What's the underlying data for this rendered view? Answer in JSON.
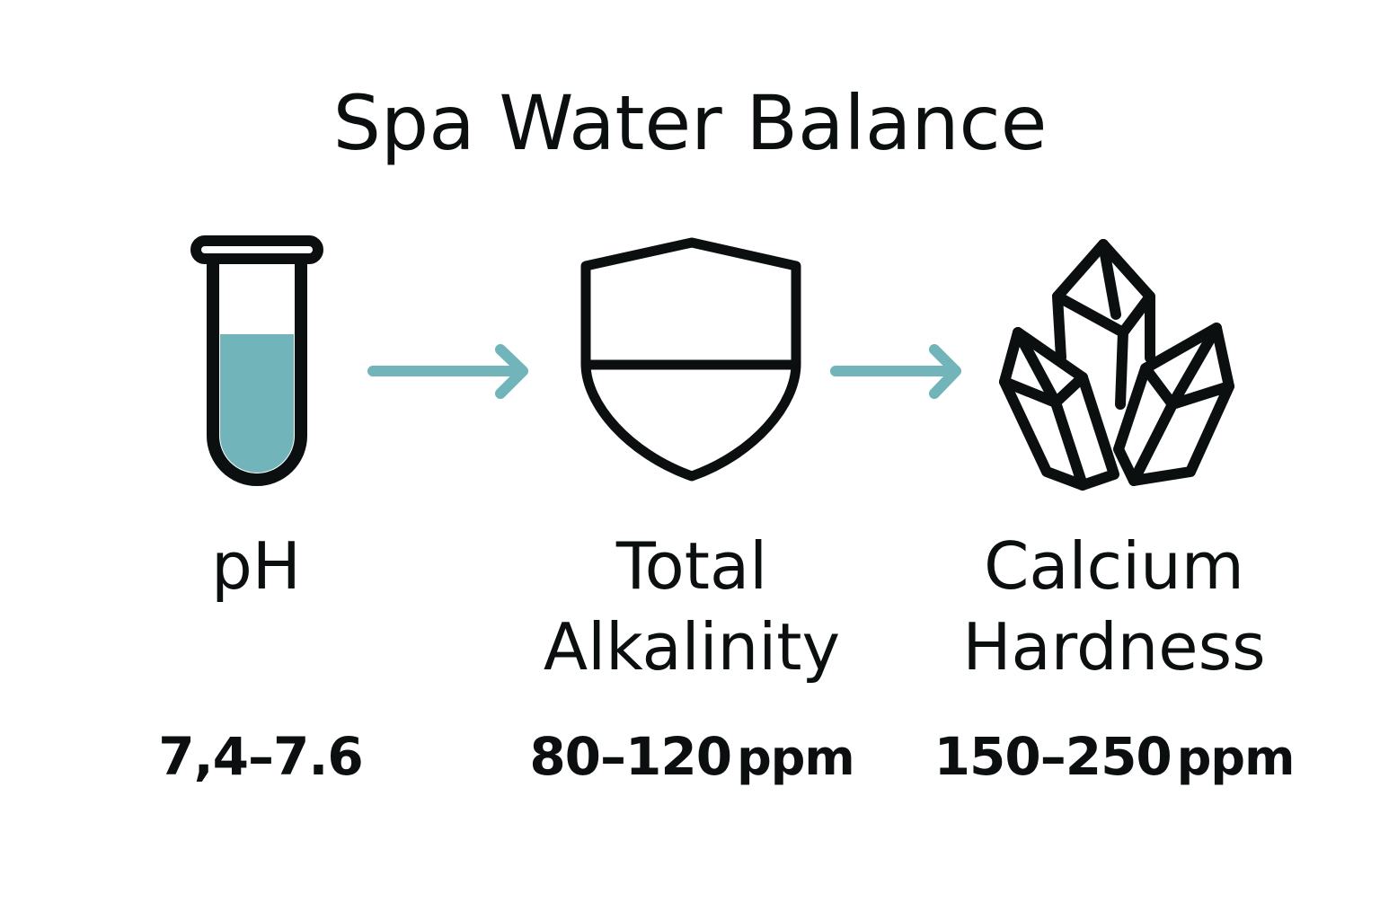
{
  "title": "Spa Water Balance",
  "colors": {
    "accent": "#71B4B9",
    "stroke": "#0B0F10",
    "background": "#FFFFFF"
  },
  "items": [
    {
      "icon": "test-tube-icon",
      "label_line1": "pH",
      "label_line2": "",
      "value": "7,4–7.6",
      "unit": ""
    },
    {
      "icon": "shield-icon",
      "label_line1": "Total",
      "label_line2": "Alkalinity",
      "value": "80–120",
      "unit": "ppm"
    },
    {
      "icon": "crystal-icon",
      "label_line1": "Calcium",
      "label_line2": "Hardness",
      "value": "150–250",
      "unit": "ppm"
    }
  ],
  "arrows": [
    {
      "icon": "arrow-right-icon"
    },
    {
      "icon": "arrow-right-icon"
    }
  ]
}
